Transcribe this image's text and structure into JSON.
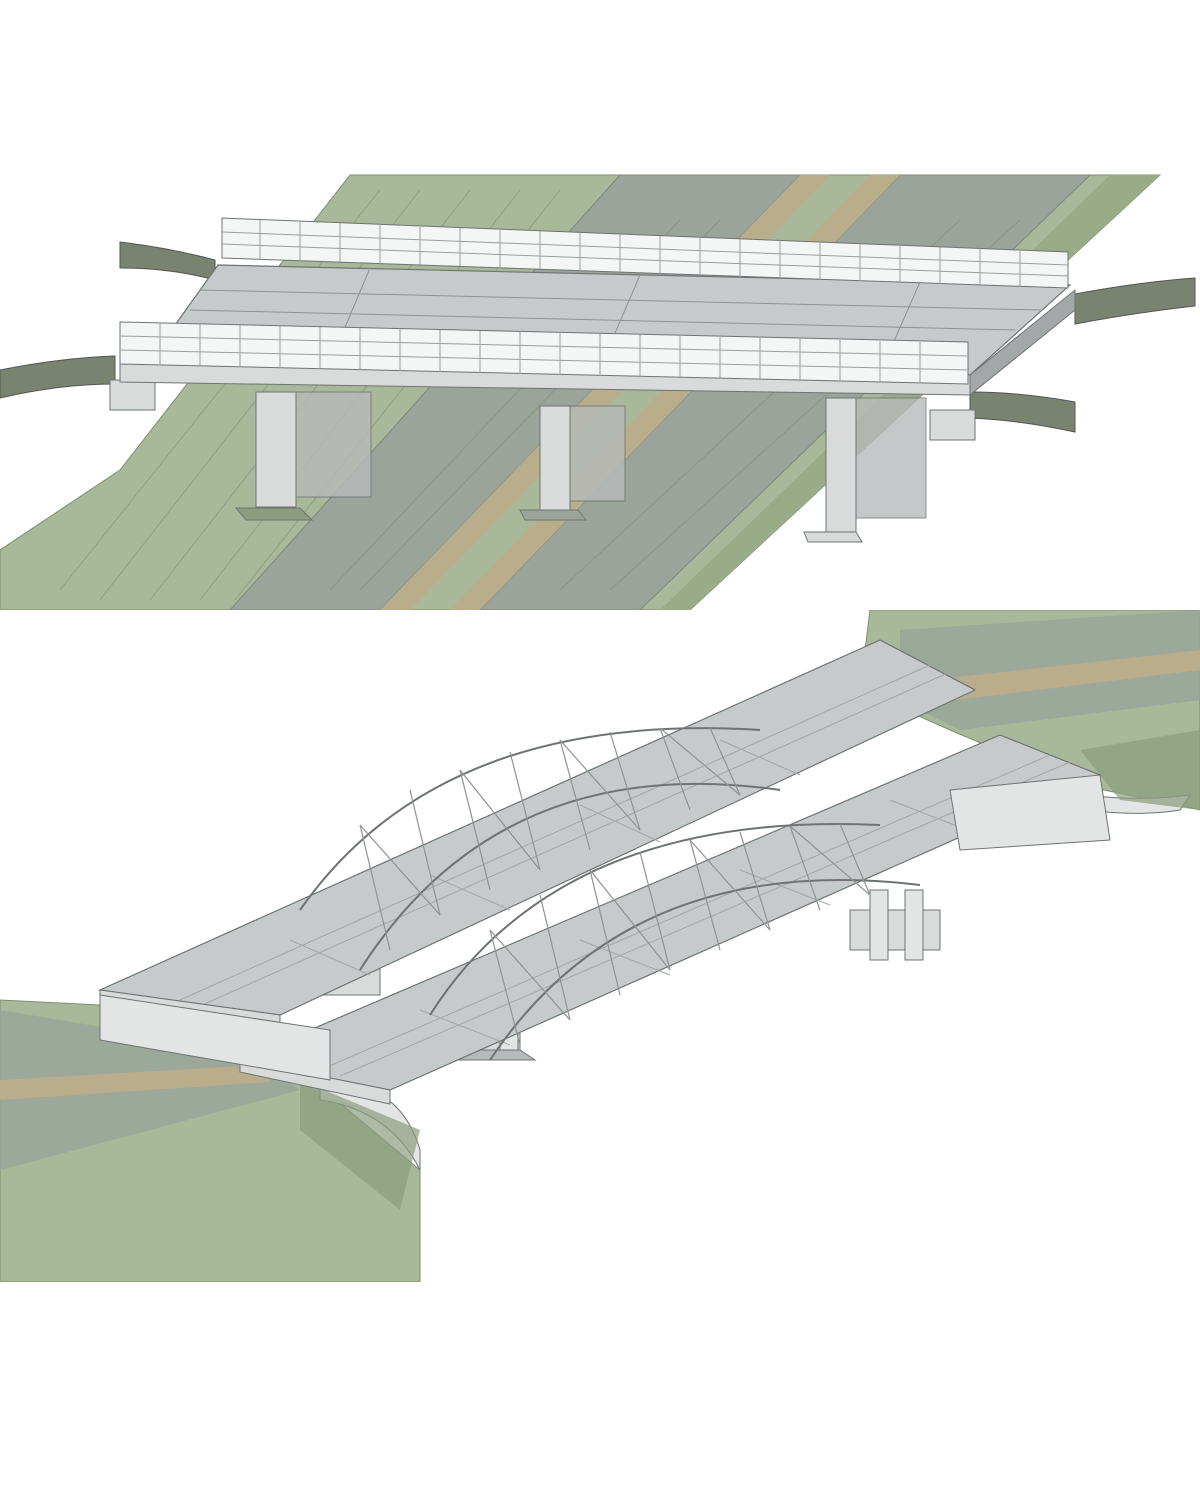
{
  "colors": {
    "background": "#ffffff",
    "terrain": "#a9b898",
    "terrain_dark": "#8c9c7d",
    "terrain_line": "#7f8e72",
    "roadway": "#9aa49a",
    "roadway_line": "#cfd5cb",
    "path_tan": "#b9ad8c",
    "concrete": "#d9dbdb",
    "concrete_shadow": "#b7babb",
    "steel_outline": "#6f7374",
    "deck": "#c7cacb",
    "deck_dark": "#a3a7a8",
    "railing": "#f4f5f5",
    "railing_line": "#9a9ea0",
    "retaining_wall": "#7a8270",
    "arch": "#e2e4e4"
  },
  "views": [
    {
      "id": "top",
      "subject": "girder-overpass-bridge"
    },
    {
      "id": "bottom",
      "subject": "twin-arch-truss-bridge"
    }
  ]
}
